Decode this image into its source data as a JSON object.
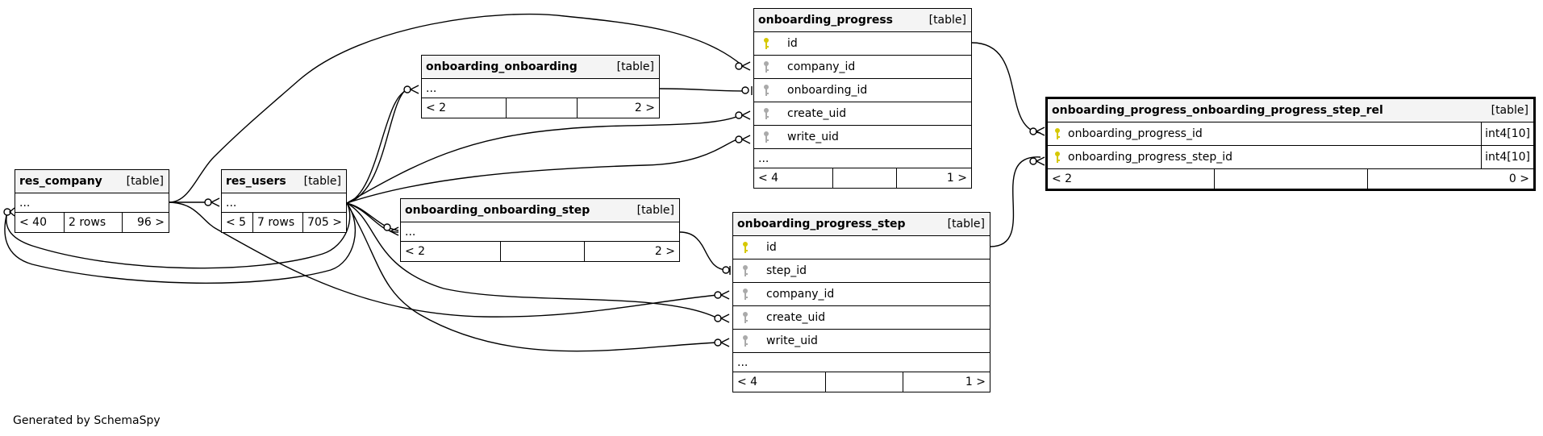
{
  "diagram": {
    "footer": "Generated by SchemaSpy",
    "table_type_label": "[table]",
    "ellipsis": "...",
    "colors": {
      "primary_key": "#d6c800",
      "foreign_key": "#aaaaaa",
      "header_bg": "#f4f4f4"
    },
    "tables": {
      "res_company": {
        "name": "res_company",
        "foot": [
          "< 40",
          "2 rows",
          "96 >"
        ]
      },
      "res_users": {
        "name": "res_users",
        "foot": [
          "< 5",
          "7 rows",
          "705 >"
        ]
      },
      "onboarding_onboarding": {
        "name": "onboarding_onboarding",
        "foot": [
          "< 2",
          "",
          "2 >"
        ]
      },
      "onboarding_onboarding_step": {
        "name": "onboarding_onboarding_step",
        "foot": [
          "< 2",
          "",
          "2 >"
        ]
      },
      "onboarding_progress": {
        "name": "onboarding_progress",
        "columns": [
          {
            "name": "id",
            "icon": "primary-key-icon"
          },
          {
            "name": "company_id",
            "icon": "foreign-key-icon"
          },
          {
            "name": "onboarding_id",
            "icon": "foreign-key-icon"
          },
          {
            "name": "create_uid",
            "icon": "foreign-key-icon"
          },
          {
            "name": "write_uid",
            "icon": "foreign-key-icon"
          }
        ],
        "foot": [
          "< 4",
          "",
          "1 >"
        ]
      },
      "onboarding_progress_step": {
        "name": "onboarding_progress_step",
        "columns": [
          {
            "name": "id",
            "icon": "primary-key-icon"
          },
          {
            "name": "step_id",
            "icon": "foreign-key-icon"
          },
          {
            "name": "company_id",
            "icon": "foreign-key-icon"
          },
          {
            "name": "create_uid",
            "icon": "foreign-key-icon"
          },
          {
            "name": "write_uid",
            "icon": "foreign-key-icon"
          }
        ],
        "foot": [
          "< 4",
          "",
          "1 >"
        ]
      },
      "rel": {
        "name": "onboarding_progress_onboarding_progress_step_rel",
        "columns": [
          {
            "name": "onboarding_progress_id",
            "type": "int4[10]",
            "icon": "primary-key-icon"
          },
          {
            "name": "onboarding_progress_step_id",
            "type": "int4[10]",
            "icon": "primary-key-icon"
          }
        ],
        "foot": [
          "< 2",
          "",
          "0 >"
        ]
      }
    }
  }
}
